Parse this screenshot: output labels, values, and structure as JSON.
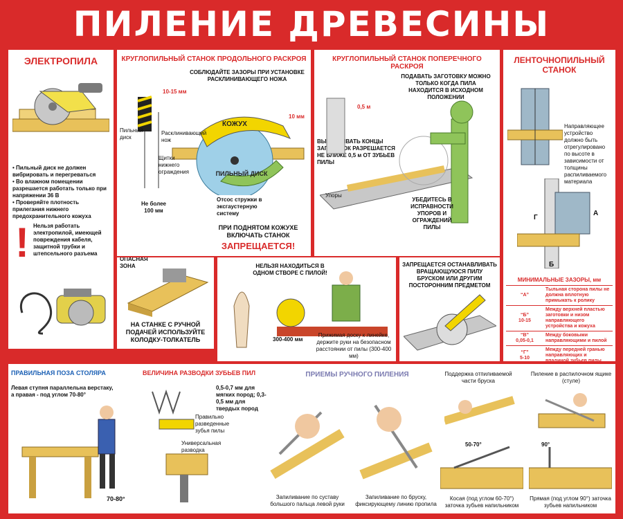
{
  "title": "ПИЛЕНИЕ ДРЕВЕСИНЫ",
  "electro": {
    "heading": "ЭЛЕКТРОПИЛА",
    "bullets": [
      "• Пильный диск не должен вибрировать и перегреваться",
      "• Во влажном помещении разрешается работать только при напряжении 36 В",
      "• Проверяйте плотность прилегания нижнего предохранительного кожуха"
    ],
    "exclamation": "!",
    "warning": "Нельзя работать электропилой, имеющей повреждения кабеля, защитной трубки и штепсельного разъема"
  },
  "longitudinal": {
    "heading": "КРУГЛОПИЛЬНЫЙ СТАНОК ПРОДОЛЬНОГО РАСКРОЯ",
    "gap_note": "СОБЛЮДАЙТЕ ЗАЗОРЫ ПРИ УСТАНОВКЕ РАСКЛИНИВАЮЩЕГО НОЖА",
    "dim_10_15": "10-15 мм",
    "dim_10": "10 мм",
    "cover_label": "КОЖУХ",
    "disk_label": "ПИЛЬНЫЙ ДИСК",
    "label_disk": "Пильный диск",
    "label_knife": "Расклинивающий нож",
    "label_shields": "Щитки нижнего ограждения",
    "not_more": "Не более 100 мм",
    "chips": "Отсос стружки в эксгаустерную систему",
    "forbidden_pre": "ПРИ ПОДНЯТОМ КОЖУХЕ ВКЛЮЧАТЬ СТАНОК",
    "forbidden": "ЗАПРЕЩАЕТСЯ!",
    "danger_zone": "ОПАСНАЯ ЗОНА",
    "pusher": "НА СТАНКЕ С РУЧНОЙ ПОДАЧЕЙ ИСПОЛЬЗУЙТЕ КОЛОДКУ-ТОЛКАТЕЛЬ"
  },
  "center": {
    "line_note": "НЕЛЬЗЯ НАХОДИТЬСЯ В ОДНОМ СТВОРЕ С ПИЛОЙ!",
    "distance": "300-400 мм",
    "press_note": "Прижимая доску к линейке, держите руки на безопасном расстоянии от пилы (300-400 мм)"
  },
  "cross": {
    "heading": "КРУГЛОПИЛЬНЫЙ СТАНОК ПОПЕРЕЧНОГО РАСКРОЯ",
    "feed_note": "ПОДАВАТЬ ЗАГОТОВКУ МОЖНО ТОЛЬКО КОГДА ПИЛА НАХОДИТСЯ В ИСХОДНОМ ПОЛОЖЕНИИ",
    "dim_05": "0,5 м",
    "align_note": "ВЫРАВНИВАТЬ КОНЦЫ ЗАГОТОВОК РАЗРЕШАЕТСЯ НЕ БЛИЖЕ 0,5 м ОТ ЗУБЬЕВ ПИЛЫ",
    "stops": "Упоры",
    "check_note": "УБЕДИТЕСЬ В ИСПРАВНОСТИ УПОРОВ И ОГРАЖДЕНИЙ ПИЛЫ",
    "stop_note": "ЗАПРЕЩАЕТСЯ ОСТАНАВЛИВАТЬ ВРАЩАЮЩУЮСЯ ПИЛУ БРУСКОМ ИЛИ ДРУГИМ ПОСТОРОННИМ ПРЕДМЕТОМ"
  },
  "band": {
    "heading": "ЛЕНТОЧНОПИЛЬНЫЙ СТАНОК",
    "guide_note": "Направляющее устройство должно быть отрегулировано по высоте в зависимости от толщины распиливаемого материала",
    "letters": [
      "Г",
      "А",
      "Б"
    ],
    "gaps_title": "МИНИМАЛЬНЫЕ ЗАЗОРЫ, мм",
    "gaps": [
      {
        "key": "“А”",
        "value": "",
        "desc": "Тыльная сторона пилы не должна вплотную примыкать к ролику"
      },
      {
        "key": "“Б”",
        "value": "10-15",
        "desc": "Между верхней пластью заготовки и низом направляющего устройства и кожуха"
      },
      {
        "key": "“В”",
        "value": "0,05-0,1",
        "desc": "Между боковыми направляющими и пилой"
      },
      {
        "key": "“Г”",
        "value": "5-10",
        "desc": "Между передней гранью направляющих и впадиной зубьев пилы"
      }
    ]
  },
  "bottom": {
    "posture_title": "ПРАВИЛЬНАЯ ПОЗА СТОЛЯРА",
    "posture_note": "Левая ступня параллельна верстаку, а правая - под углом 70-80°",
    "posture_angle": "70-80°",
    "teeth_title": "ВЕЛИЧИНА РАЗВОДКИ ЗУБЬЕВ ПИЛ",
    "teeth_note": "0,5-0,7 мм для мягких пород; 0,3-0,5 мм для твердых пород",
    "teeth_correct": "Правильно разведенные зубья пилы",
    "teeth_tool": "Универсальная разводка",
    "manual_title": "ПРИЕМЫ РУЧНОГО ПИЛЕНИЯ",
    "cap1": "Запиливание по суставу большого пальца левой руки",
    "cap2": "Запиливание по бруску, фиксирующему линию пропила",
    "support_title": "Поддержка отпиливаемой части бруска",
    "cap3": "Косая (под углом 60-70°) заточка зубьев напильником",
    "angle1": "50-70°",
    "box_title": "Пиление в распилочном ящике (стуле)",
    "cap4": "Прямая (под углом 90°) заточка зубьев напильником",
    "angle2": "90°"
  },
  "colors": {
    "brand_red": "#d92a2a",
    "accent_blue": "#1a5fb4",
    "wood": "#e8c15a",
    "green": "#8fc45a"
  }
}
